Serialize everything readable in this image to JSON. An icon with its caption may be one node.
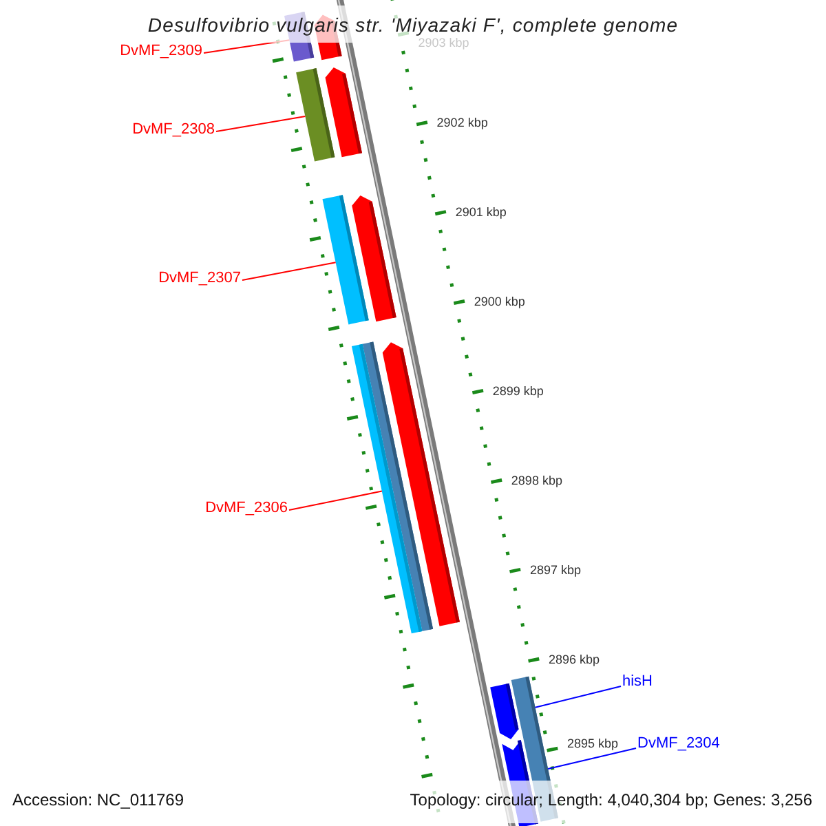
{
  "diagram": {
    "title": "Desulfovibrio vulgaris str. 'Miyazaki F', complete genome",
    "nodes": [
      {
        "text": [
          "DvMF_2309"
        ]
      },
      {
        "text": [],
        "shape": "bar"
      },
      {
        "text": [
          "DvMF_2308"
        ]
      },
      {
        "text": [],
        "shape": "bar"
      },
      {
        "text": [
          "DvMF_2307"
        ]
      },
      {
        "text": [],
        "shape": "bar"
      },
      {
        "text": [
          "DvMF_2306"
        ]
      },
      {
        "text": [],
        "shape": "bar"
      },
      {
        "text": [
          "hisH"
        ]
      },
      {
        "text": [],
        "shape": "bar"
      },
      {
        "text": [
          "DvMF_2304"
        ]
      }
    ],
    "edges": [
      {
        "from": 0,
        "to": 1,
        "arrow": "none"
      },
      {
        "from": 2,
        "to": 3,
        "arrow": "none"
      },
      {
        "from": 4,
        "to": 5,
        "arrow": "none"
      },
      {
        "from": 6,
        "to": 7,
        "arrow": "none"
      },
      {
        "from": 8,
        "to": 9,
        "arrow": "none",
        "color": "#0000ff"
      },
      {
        "from": 10,
        "to": 9,
        "arrow": "none",
        "color": "#0000ff"
      }
    ],
    "labels": [
      "2903 kbp",
      "2902 kbp",
      "2901 kbp",
      "2900 kbp",
      "2899 kbp",
      "2898 kbp",
      "2897 kbp",
      "2896 kbp",
      "2895 kbp",
      "Accession: NC_011769",
      "Topology: circular; Length: 4,040,304 bp; Genes: 3,256"
    ]
  }
}
